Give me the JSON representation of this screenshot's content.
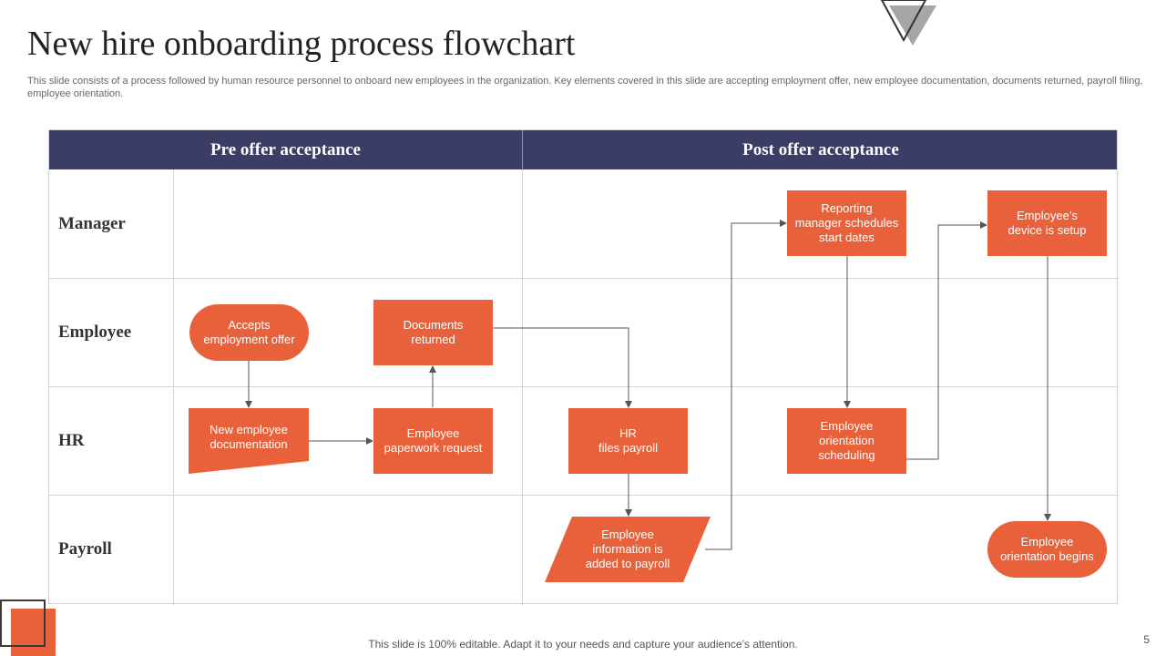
{
  "title": "New hire onboarding process flowchart",
  "description": "This slide consists of a process followed by human resource personnel to onboard new employees in the organization. Key elements covered in this slide are accepting employment offer, new employee documentation, documents returned, payroll filing, employee orientation.",
  "columns": [
    "Pre offer acceptance",
    "Post offer acceptance"
  ],
  "lanes": [
    "Manager",
    "Employee",
    "HR",
    "Payroll"
  ],
  "nodes": {
    "accepts_offer": "Accepts\nemployment offer",
    "documents_returned": "Documents\nreturned",
    "new_employee_documentation": "New employee\ndocumentation",
    "paperwork_request": "Employee\npaperwork  request",
    "hr_files_payroll": "HR\nfiles payroll",
    "info_added_payroll": "Employee\ninformation  is\nadded to payroll",
    "reporting_manager": "Reporting\nmanager  schedules\nstart dates",
    "orientation_scheduling": "Employee\norientation\nscheduling",
    "device_setup": "Employee’s\ndevice  is setup",
    "orientation_begins": "Employee\norientation begins"
  },
  "colors": {
    "header": "#3c3d64",
    "node": "#e8613a",
    "connector": "#555555",
    "grid": "#d4d4d4"
  },
  "footer": "This slide is 100% editable. Adapt it to your needs and capture your audience’s attention.",
  "page_number": "5"
}
